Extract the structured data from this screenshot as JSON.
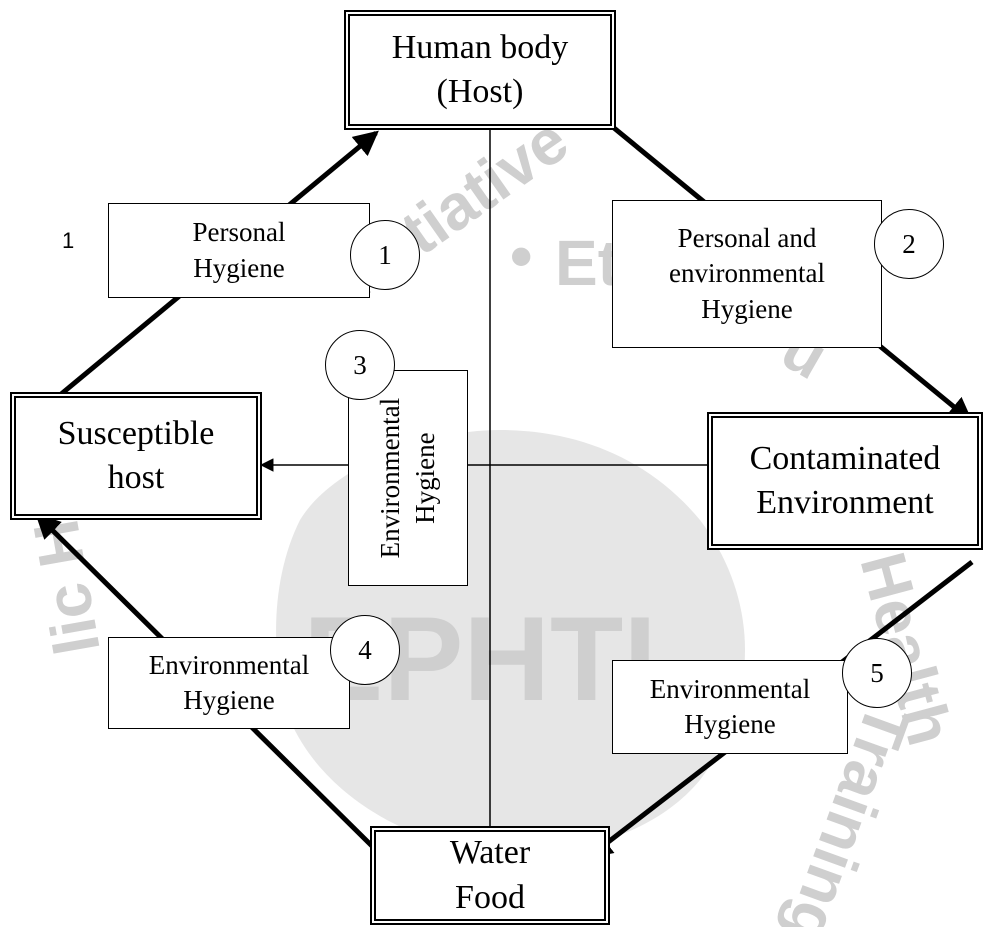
{
  "watermark": {
    "center": "EPHTI",
    "fragments": [
      "Initiative",
      "•",
      "Et",
      "Pu",
      "Health",
      "Training",
      "lic He"
    ],
    "color": "#d4d4d4"
  },
  "nodes": {
    "host": "Human body\n(Host)",
    "susceptible": "Susceptible\nhost",
    "contaminated": "Contaminated\nEnvironment",
    "water_food": "Water\nFood"
  },
  "labels": {
    "l1": "Personal\nHygiene",
    "l2": "Personal and\nenvironmental\nHygiene",
    "l3": "Environmental\nHygiene",
    "l4": "Environmental\nHygiene",
    "l5": "Environmental\nHygiene"
  },
  "circles": {
    "c1": "1",
    "c2": "2",
    "c3": "3",
    "c4": "4",
    "c5": "5"
  },
  "stray_number": "1"
}
